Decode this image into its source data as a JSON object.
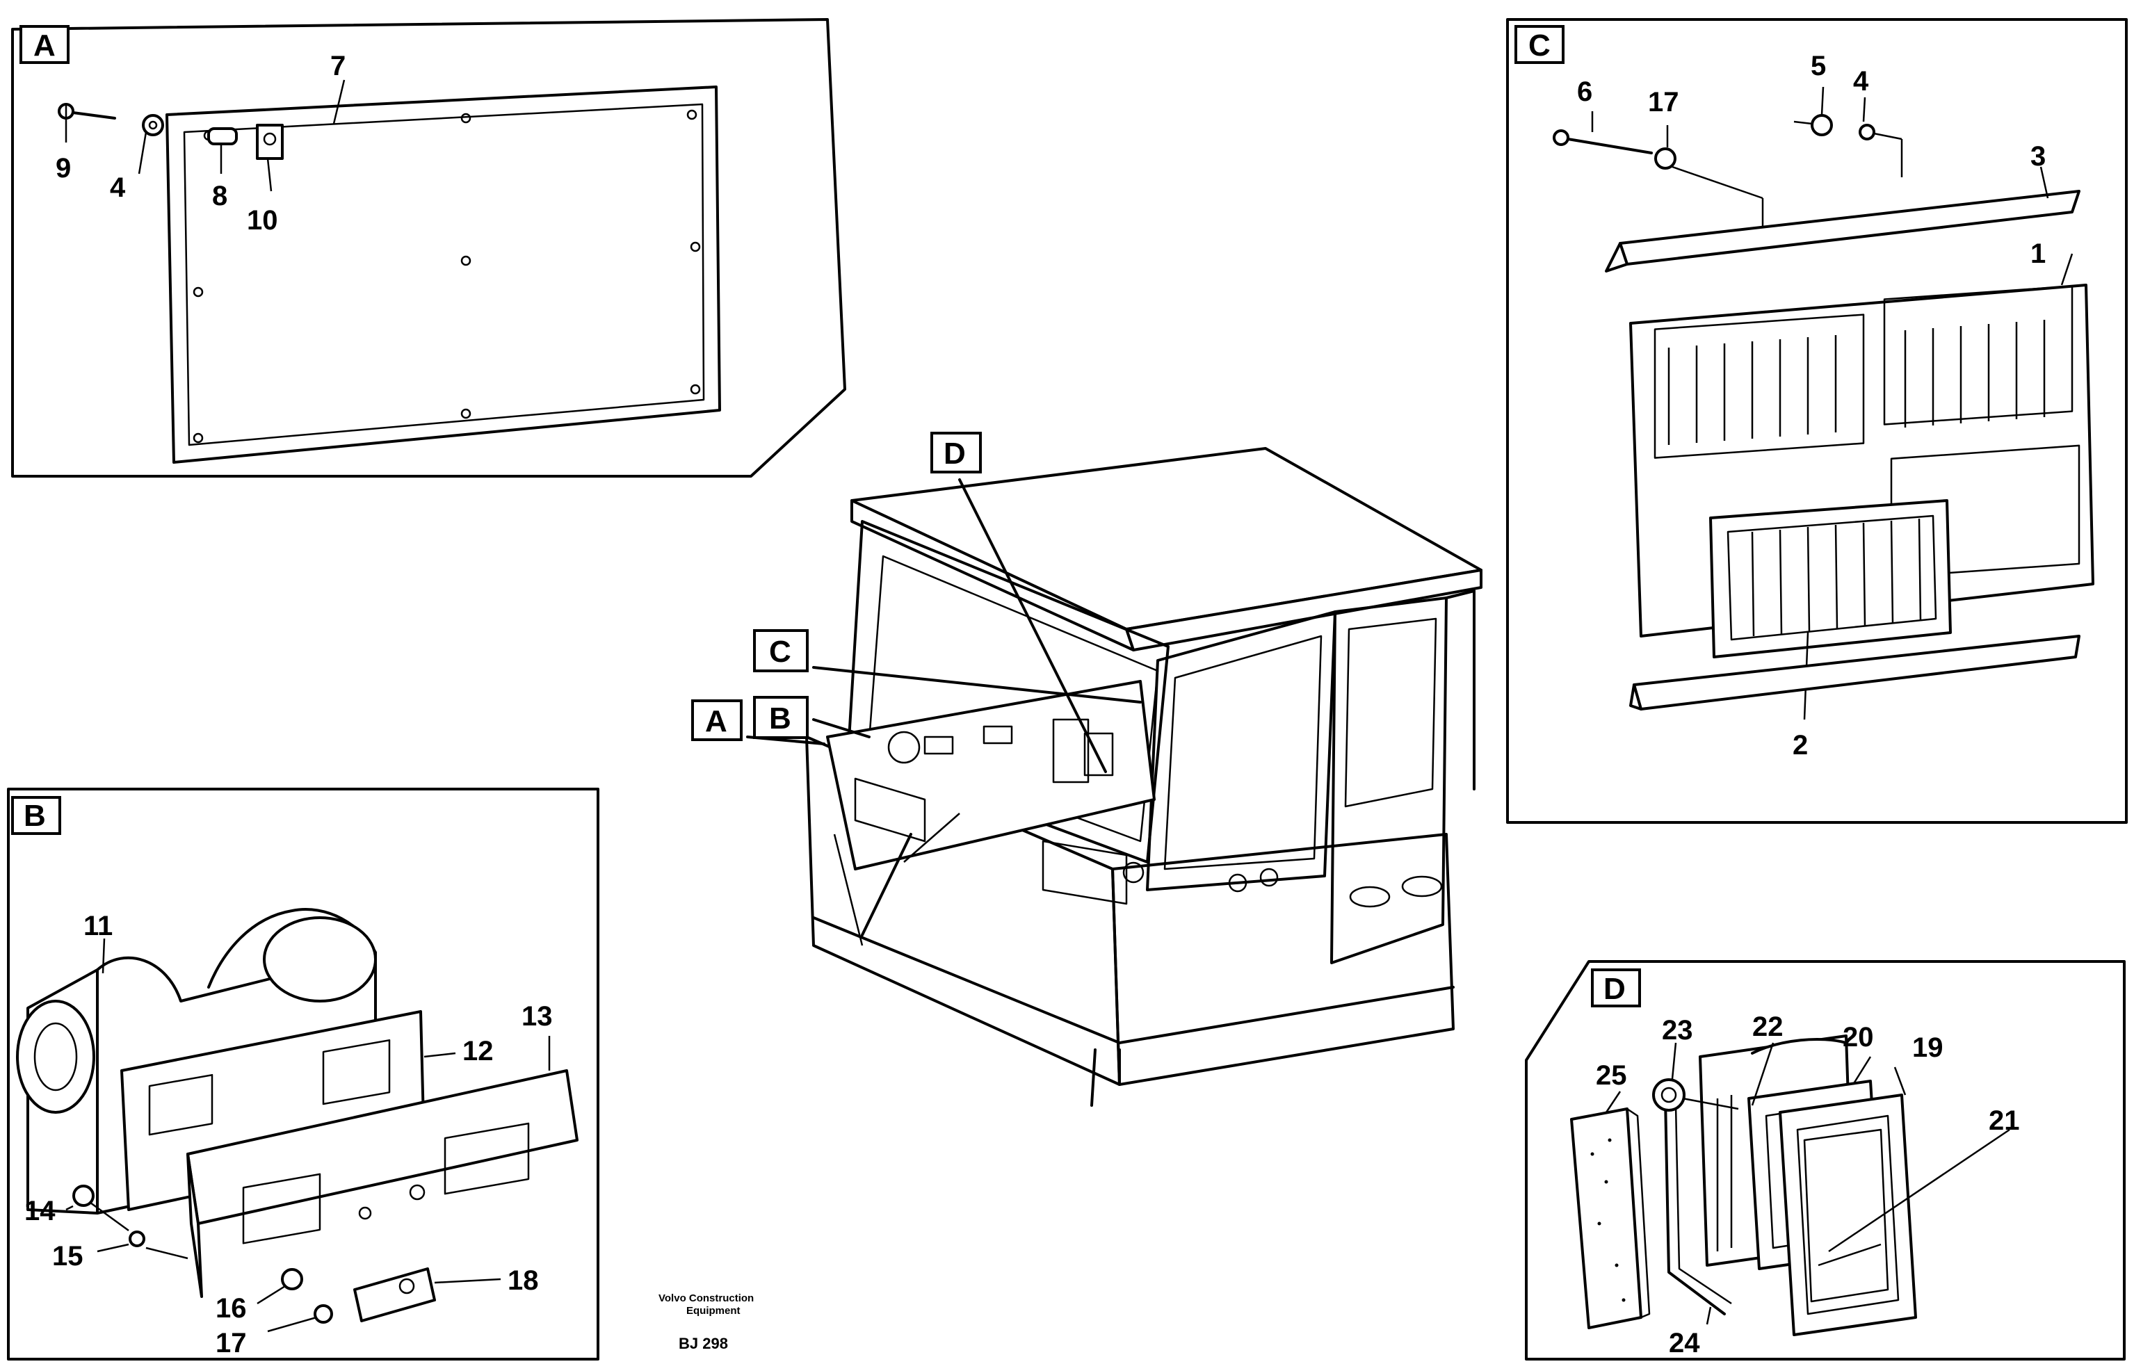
{
  "panels": {
    "A": {
      "tag": "A",
      "numbers": [
        "7",
        "9",
        "4",
        "8",
        "10"
      ]
    },
    "B": {
      "tag": "B",
      "numbers": [
        "11",
        "12",
        "13",
        "14",
        "15",
        "16",
        "17",
        "18"
      ]
    },
    "C": {
      "tag": "C",
      "numbers": [
        "6",
        "17",
        "5",
        "4",
        "3",
        "1",
        "2"
      ]
    },
    "D": {
      "tag": "D",
      "numbers": [
        "23",
        "22",
        "20",
        "19",
        "25",
        "21",
        "24"
      ]
    }
  },
  "center_callouts": [
    "D",
    "C",
    "A",
    "B"
  ],
  "footer": {
    "publisher_line1": "Volvo Construction",
    "publisher_line2": "Equipment",
    "code": "BJ 298"
  }
}
